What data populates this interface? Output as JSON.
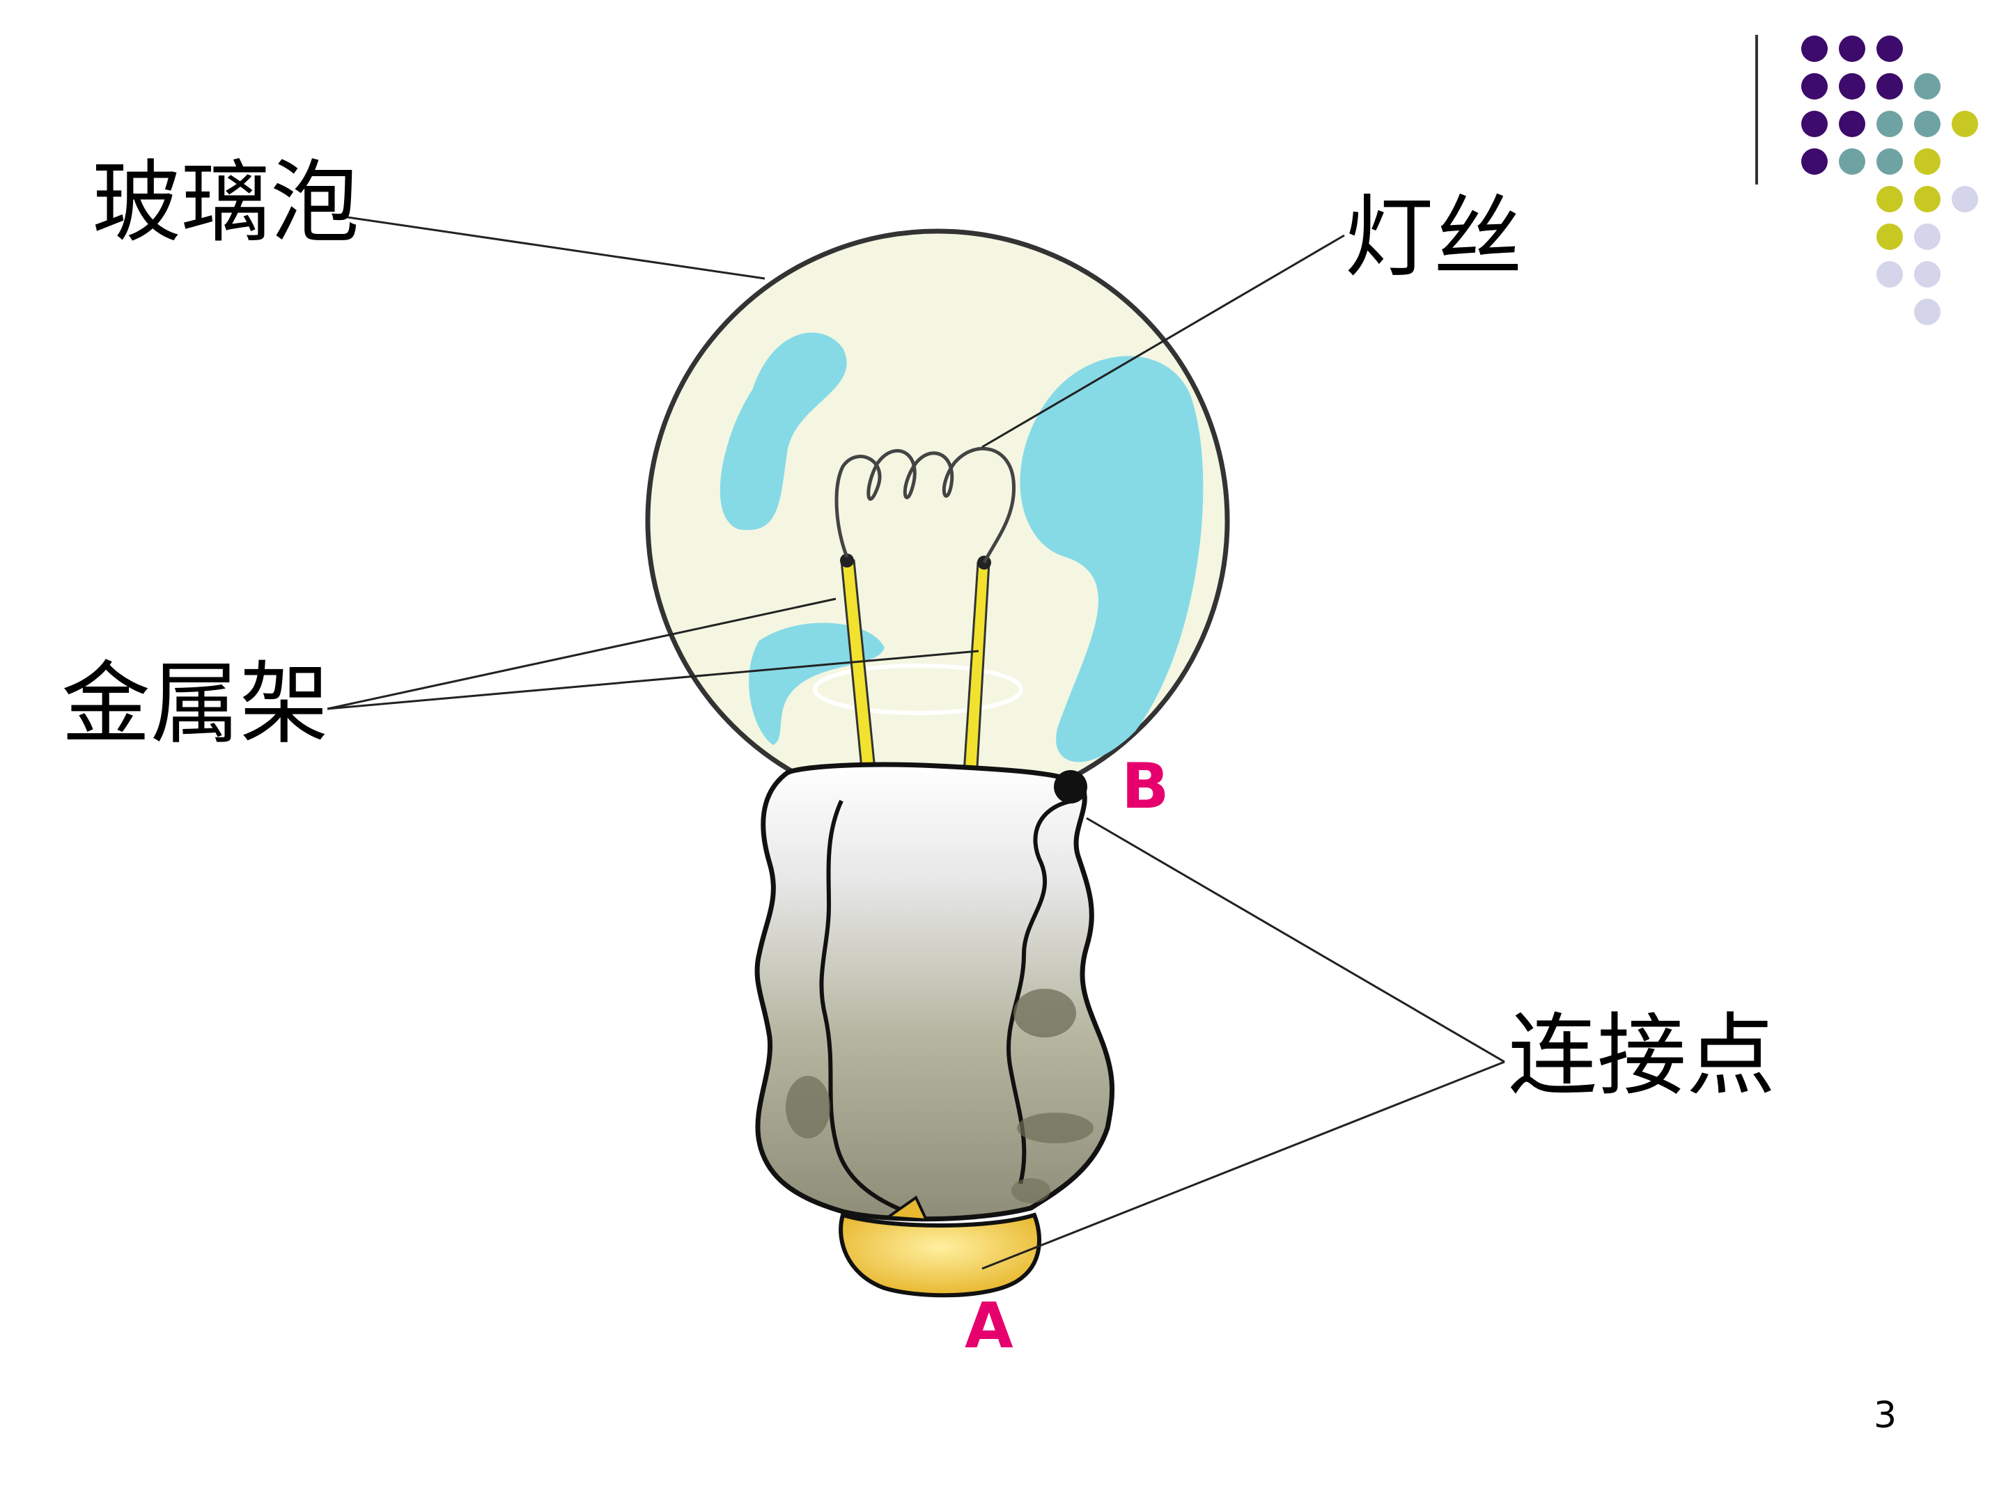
{
  "labels": {
    "glass_bulb": "玻璃泡",
    "filament": "灯丝",
    "metal_frame": "金属架",
    "connection_points": "连接点",
    "point_a": "A",
    "point_b": "B"
  },
  "page_number": "3",
  "colors": {
    "label_text": "#000000",
    "point_label": "#e6006e",
    "dot_purple": "#3d0b6b",
    "dot_teal": "#6fa3a3",
    "dot_yellow": "#c8c823",
    "dot_lavender": "#d4d4ea",
    "wire_yellow": "#f2e230",
    "glass_fill": "#f4f6e2",
    "glass_highlight": "#86dae6",
    "base_tip": "#f4d24a"
  }
}
